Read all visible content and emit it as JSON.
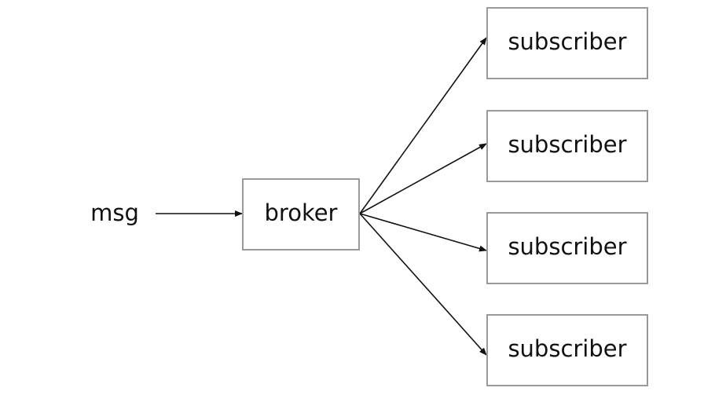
{
  "source": {
    "label": "msg"
  },
  "broker": {
    "label": "broker"
  },
  "subscribers": [
    {
      "label": "subscriber"
    },
    {
      "label": "subscriber"
    },
    {
      "label": "subscriber"
    },
    {
      "label": "subscriber"
    }
  ]
}
